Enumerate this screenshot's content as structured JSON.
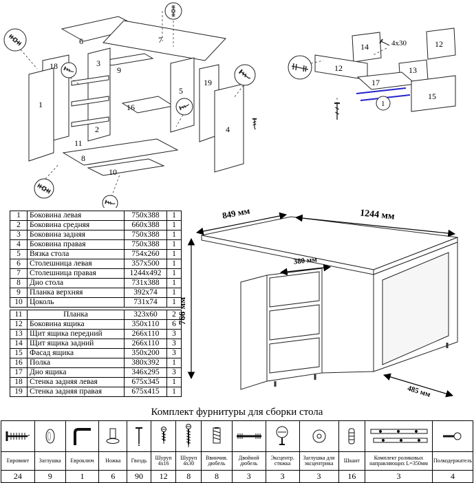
{
  "colors": {
    "accent_blue": "#2323cc",
    "line": "#000000"
  },
  "parts_table": {
    "rows": [
      {
        "num": "1",
        "name": "Боковина левая",
        "size": "750x388",
        "qty": "1"
      },
      {
        "num": "2",
        "name": "Боковина средняя",
        "size": "660x388",
        "qty": "1"
      },
      {
        "num": "3",
        "name": "Боковина задняя",
        "size": "750x388",
        "qty": "1"
      },
      {
        "num": "4",
        "name": "Боковина правая",
        "size": "750x388",
        "qty": "1"
      },
      {
        "num": "5",
        "name": "Вязка стола",
        "size": "754x260",
        "qty": "1"
      },
      {
        "num": "6",
        "name": "Столешница левая",
        "size": "357x500",
        "qty": "1"
      },
      {
        "num": "7",
        "name": "Столешница правая",
        "size": "1244x492",
        "qty": "1"
      },
      {
        "num": "8",
        "name": "Дно стола",
        "size": "731x388",
        "qty": "1"
      },
      {
        "num": "9",
        "name": "Планка верхняя",
        "size": "392x74",
        "qty": "1"
      },
      {
        "num": "10",
        "name": "Цоколь",
        "size": "731x74",
        "qty": "1"
      }
    ],
    "rows2": [
      {
        "num": "11",
        "name": "Планка",
        "size": "323x60",
        "qty": "2"
      },
      {
        "num": "12",
        "name": "Боковина ящика",
        "size": "350x110",
        "qty": "6"
      },
      {
        "num": "13",
        "name": "Щит ящика передний",
        "size": "266x110",
        "qty": "3"
      },
      {
        "num": "14",
        "name": "Щит ящика задний",
        "size": "266x110",
        "qty": "3"
      },
      {
        "num": "15",
        "name": "Фасад ящика",
        "size": "350x200",
        "qty": "3"
      },
      {
        "num": "16",
        "name": "Полка",
        "size": "380x392",
        "qty": "1"
      },
      {
        "num": "17",
        "name": "Дно ящика",
        "size": "346x295",
        "qty": "3"
      },
      {
        "num": "18",
        "name": "Стенка задняя левая",
        "size": "675x345",
        "qty": "1"
      },
      {
        "num": "19",
        "name": "Стенка задняя правая",
        "size": "675x415",
        "qty": "1"
      }
    ]
  },
  "dimensions": {
    "depth_left": "849 мм",
    "width_total": "1244 мм",
    "height": "766 мм",
    "inner": "380 мм",
    "depth_right": "485 мм"
  },
  "main_diagram": {
    "labels": {
      "n1": "1",
      "n2": "2",
      "n3": "3",
      "n4": "4",
      "n5": "5",
      "n6": "6",
      "n7": "7",
      "n8": "8",
      "n9": "9",
      "n10": "10",
      "n11": "11",
      "n16": "16",
      "n18": "18",
      "n19": "19"
    }
  },
  "drawer_diagram": {
    "labels": {
      "n12a": "12",
      "n12b": "12",
      "n13": "13",
      "n14": "14",
      "n15": "15",
      "n17": "17",
      "screw_size": "4x30",
      "detail": "1"
    }
  },
  "hardware": {
    "title": "Комплект фурнитуры для сборки стола",
    "items": [
      {
        "name": "Евровинт",
        "qty": "24",
        "icon": "euro-screw-icon"
      },
      {
        "name": "Заглушка",
        "qty": "9",
        "icon": "cap-icon"
      },
      {
        "name": "Евроключ",
        "qty": "1",
        "icon": "hex-key-icon"
      },
      {
        "name": "Ножка",
        "qty": "6",
        "icon": "leg-icon"
      },
      {
        "name": "Гвоздь",
        "qty": "90",
        "icon": "nail-icon"
      },
      {
        "name": "Шуруп 4x16",
        "qty": "12",
        "icon": "screw-4x16-icon"
      },
      {
        "name": "Шуруп 4x30",
        "qty": "8",
        "icon": "screw-4x30-icon"
      },
      {
        "name": "Ввинчив. дюбель",
        "qty": "8",
        "icon": "screw-in-dowel-icon"
      },
      {
        "name": "Двойной дюбель",
        "qty": "3",
        "icon": "double-dowel-icon"
      },
      {
        "name": "Эксцентр. стяжка",
        "qty": "3",
        "icon": "cam-lock-icon"
      },
      {
        "name": "Заглушка для эксцентрика",
        "qty": "3",
        "icon": "cam-cap-icon"
      },
      {
        "name": "Шкант",
        "qty": "16",
        "icon": "wood-dowel-icon"
      },
      {
        "name": "Комплект роликовых направляющих L=350мм",
        "qty": "3",
        "icon": "roller-rail-icon"
      },
      {
        "name": "Полкодержатель",
        "qty": "4",
        "icon": "shelf-pin-icon"
      }
    ]
  }
}
